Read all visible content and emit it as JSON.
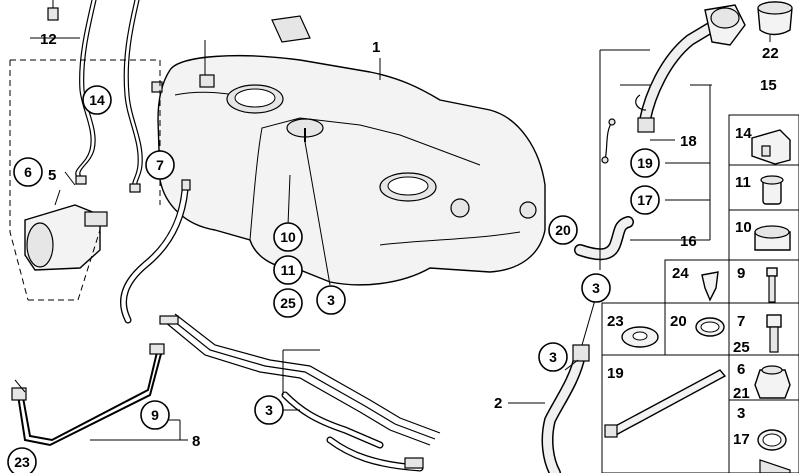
{
  "callouts": {
    "c1": "1",
    "c2": "2",
    "c3a": "3",
    "c3b": "3",
    "c3c": "3",
    "c3d": "3",
    "c3e": "3",
    "c5": "5",
    "c6a": "6",
    "c6b": "6",
    "c7a": "7",
    "c7b": "7",
    "c8": "8",
    "c9a": "9",
    "c9b": "9",
    "c10a": "10",
    "c10b": "10",
    "c11a": "11",
    "c11b": "11",
    "c12": "12",
    "c14a": "14",
    "c14b": "14",
    "c15": "15",
    "c16": "16",
    "c17a": "17",
    "c17b": "17",
    "c18": "18",
    "c19a": "19",
    "c19b": "19",
    "c20a": "20",
    "c20b": "20",
    "c21": "21",
    "c22": "22",
    "c23a": "23",
    "c23b": "23",
    "c24": "24",
    "c25a": "25",
    "c25b": "25"
  },
  "icons": {
    "fuel-tank": "fuel-tank-icon",
    "filler-neck": "filler-neck-icon",
    "fuel-cap": "fuel-cap-icon",
    "canister": "carbon-canister-icon"
  }
}
